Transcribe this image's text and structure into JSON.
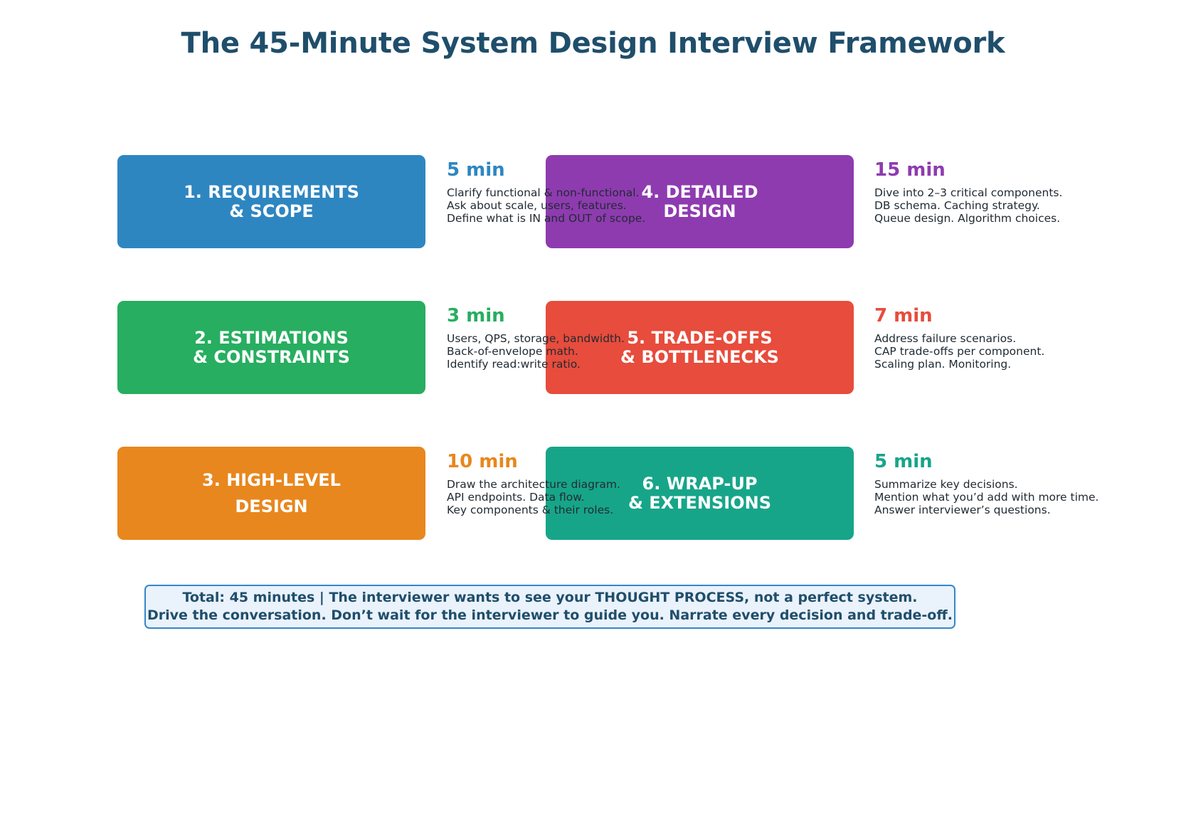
{
  "title": "The 45-Minute System Design Interview Framework",
  "colors": {
    "title": "#1f4e6b",
    "requirements": "#2e86c1",
    "estimations": "#27ae60",
    "highlevel": "#e8871e",
    "detailed": "#8e3bb0",
    "tradeoffs": "#e74c3c",
    "wrapup": "#17a589",
    "banner_bg": "#eaf2fb",
    "banner_border": "#3387c8",
    "banner_text": "#1f4e6b",
    "body_text": "#222b33"
  },
  "phases": [
    {
      "id": "requirements",
      "title_lines": [
        "1. REQUIREMENTS",
        "& SCOPE"
      ],
      "duration": "5 min",
      "bullets": [
        "Clarify functional & non-functional.",
        "Ask about scale, users, features.",
        "Define what is IN and OUT of scope."
      ],
      "color": "#2e86c1",
      "column": "left",
      "row": 1
    },
    {
      "id": "estimations",
      "title_lines": [
        "2. ESTIMATIONS",
        "& CONSTRAINTS"
      ],
      "duration": "3 min",
      "bullets": [
        "Users, QPS, storage, bandwidth.",
        "Back-of-envelope math.",
        "Identify read:write ratio."
      ],
      "color": "#27ae60",
      "column": "left",
      "row": 2
    },
    {
      "id": "highlevel",
      "title_lines": [
        "3. HIGH-LEVEL",
        "DESIGN"
      ],
      "duration": "10 min",
      "bullets": [
        "Draw the architecture diagram.",
        "API endpoints. Data flow.",
        "Key components & their roles."
      ],
      "color": "#e8871e",
      "column": "left",
      "row": 3
    },
    {
      "id": "detailed",
      "title_lines": [
        "4. DETAILED",
        "DESIGN"
      ],
      "duration": "15 min",
      "bullets": [
        "Dive into 2–3 critical components.",
        "DB schema. Caching strategy.",
        "Queue design. Algorithm choices."
      ],
      "color": "#8e3bb0",
      "column": "right",
      "row": 1
    },
    {
      "id": "tradeoffs",
      "title_lines": [
        "5. TRADE-OFFS",
        "& BOTTLENECKS"
      ],
      "duration": "7 min",
      "bullets": [
        "Address failure scenarios.",
        "CAP trade-offs per component.",
        "Scaling plan. Monitoring."
      ],
      "color": "#e74c3c",
      "column": "right",
      "row": 2
    },
    {
      "id": "wrapup",
      "title_lines": [
        "6. WRAP-UP",
        "& EXTENSIONS"
      ],
      "duration": "5 min",
      "bullets": [
        "Summarize key decisions.",
        "Mention what you’d add with more time.",
        "Answer interviewer’s questions."
      ],
      "color": "#17a589",
      "column": "right",
      "row": 3
    }
  ],
  "footer": {
    "line1": "Total: 45 minutes  |  The interviewer wants to see your THOUGHT PROCESS, not a perfect system.",
    "line2": "Drive the conversation. Don’t wait for the interviewer to guide you. Narrate every decision and trade-off."
  }
}
